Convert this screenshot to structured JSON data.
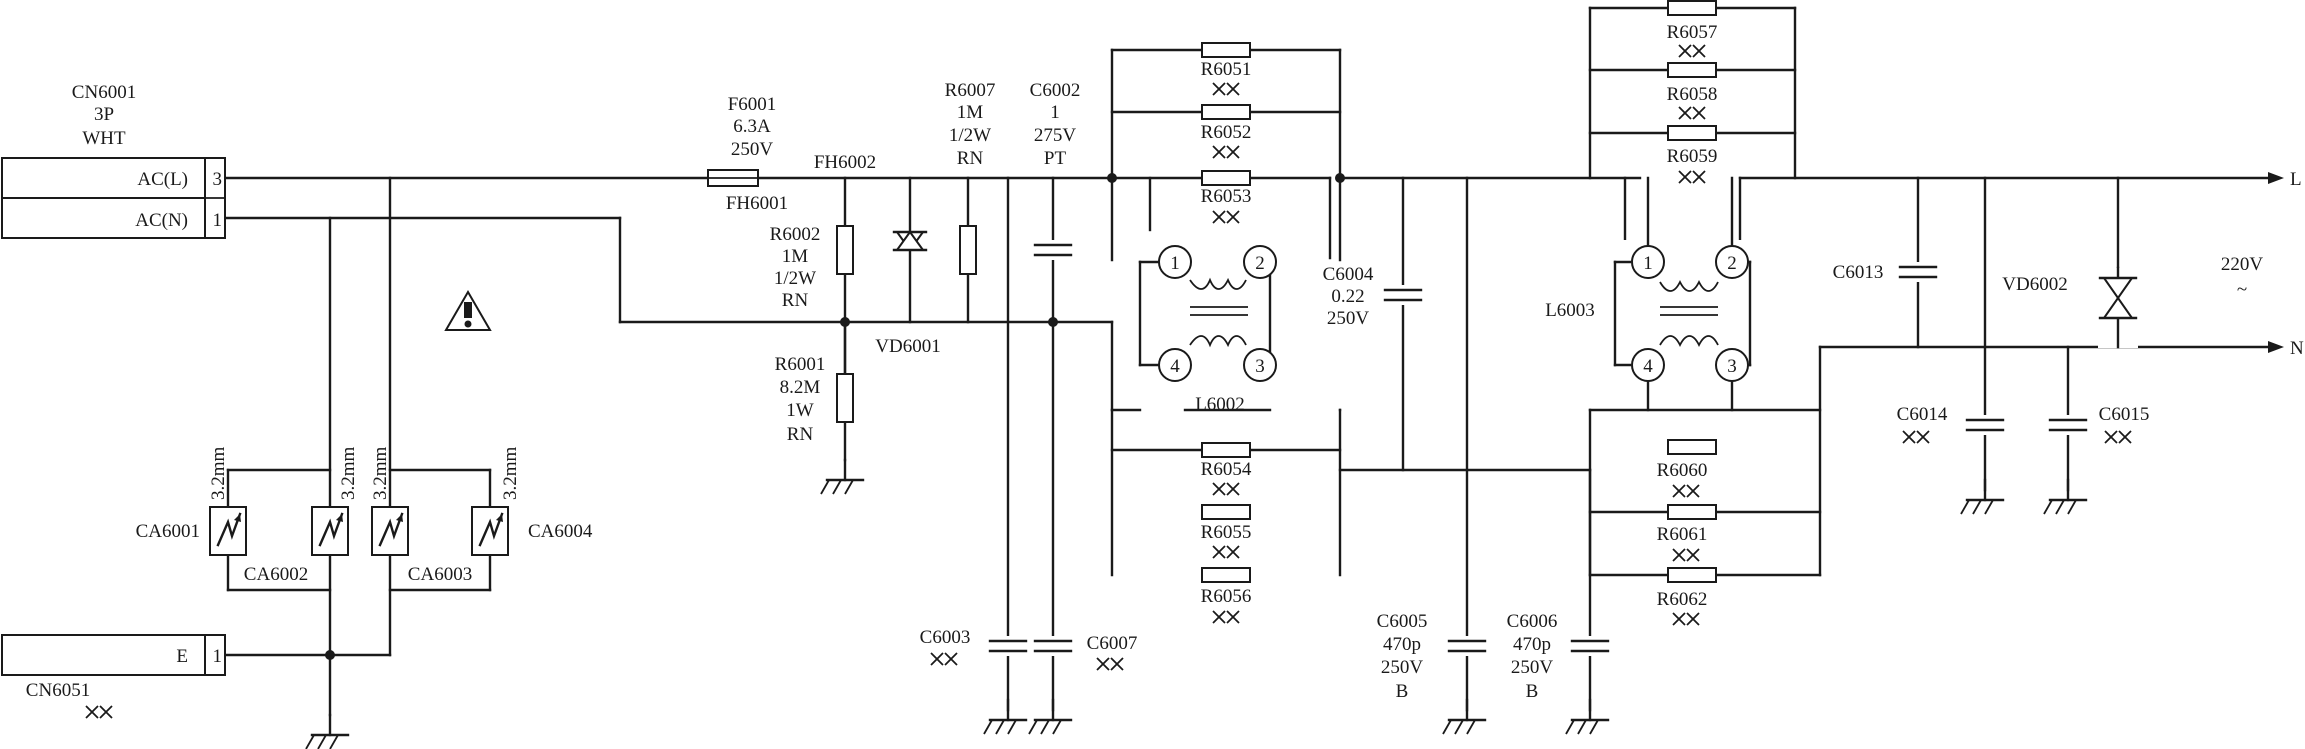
{
  "connectors": {
    "cn6001": {
      "ref": "CN6001",
      "spec_pins": "3P",
      "spec_color": "WHT",
      "pins": [
        {
          "label": "AC(L)",
          "number": "3"
        },
        {
          "label": "AC(N)",
          "number": "1"
        }
      ]
    },
    "cn6051": {
      "ref": "CN6051",
      "pins": [
        {
          "label": "E",
          "number": "1"
        }
      ]
    }
  },
  "varistors": [
    {
      "ref": "CA6001",
      "gap": "3.2mm"
    },
    {
      "ref": "CA6002",
      "gap": "3.2mm"
    },
    {
      "ref": "CA6003",
      "gap": "3.2mm"
    },
    {
      "ref": "CA6004",
      "gap": "3.2mm"
    }
  ],
  "fuse": {
    "ref": "F6001",
    "rating": "6.3A",
    "voltage": "250V",
    "holder_left": "FH6001",
    "holder_right": "FH6002"
  },
  "resistors": {
    "r6001": {
      "ref": "R6001",
      "value": "8.2M",
      "power": "1W",
      "type": "RN"
    },
    "r6002": {
      "ref": "R6002",
      "value": "1M",
      "power": "1/2W",
      "type": "RN"
    },
    "r6007": {
      "ref": "R6007",
      "value": "1M",
      "power": "1/2W",
      "type": "RN"
    },
    "r6051": {
      "ref": "R6051"
    },
    "r6052": {
      "ref": "R6052"
    },
    "r6053": {
      "ref": "R6053"
    },
    "r6054": {
      "ref": "R6054"
    },
    "r6055": {
      "ref": "R6055"
    },
    "r6056": {
      "ref": "R6056"
    },
    "r6057": {
      "ref": "R6057"
    },
    "r6058": {
      "ref": "R6058"
    },
    "r6059": {
      "ref": "R6059"
    },
    "r6060": {
      "ref": "R6060"
    },
    "r6061": {
      "ref": "R6061"
    },
    "r6062": {
      "ref": "R6062"
    }
  },
  "capacitors": {
    "c6002": {
      "ref": "C6002",
      "value": "1",
      "voltage": "275V",
      "type": "PT"
    },
    "c6003": {
      "ref": "C6003"
    },
    "c6004": {
      "ref": "C6004",
      "value": "0.22",
      "voltage": "250V"
    },
    "c6005": {
      "ref": "C6005",
      "value": "470p",
      "voltage": "250V",
      "type": "B"
    },
    "c6006": {
      "ref": "C6006",
      "value": "470p",
      "voltage": "250V",
      "type": "B"
    },
    "c6007": {
      "ref": "C6007"
    },
    "c6013": {
      "ref": "C6013"
    },
    "c6014": {
      "ref": "C6014"
    },
    "c6015": {
      "ref": "C6015"
    }
  },
  "diodes": {
    "vd6001": {
      "ref": "VD6001"
    },
    "vd6002": {
      "ref": "VD6002"
    }
  },
  "chokes": {
    "l6002": {
      "ref": "L6002",
      "pins": [
        "1",
        "2",
        "4",
        "3"
      ]
    },
    "l6003": {
      "ref": "L6003",
      "pins": [
        "1",
        "2",
        "4",
        "3"
      ]
    }
  },
  "outputs": {
    "line": "L",
    "neutral": "N",
    "voltage": "220V",
    "ac_symbol": "~"
  },
  "unspecified_mark": "××"
}
